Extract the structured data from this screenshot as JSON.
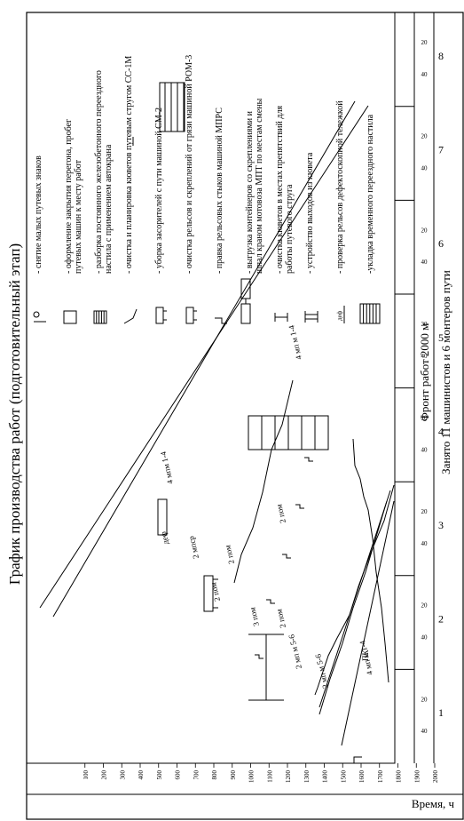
{
  "title": "График производства работ (подготовительный этап)",
  "front_label": "Фронт работ 2000 м",
  "crew_label": "Занято 11 машинистов и 6 монтеров пути",
  "time_label": "Время, ч",
  "hours": [
    "1",
    "2",
    "3",
    "4",
    "5",
    "6",
    "7",
    "8"
  ],
  "minute_ticks": [
    "40",
    "20"
  ],
  "distance_ticks": [
    "100",
    "200",
    "300",
    "400",
    "500",
    "600",
    "700",
    "800",
    "900",
    "1000",
    "1100",
    "1200",
    "1300",
    "1400",
    "1500",
    "1600",
    "1700",
    "1800",
    "1900",
    "2000"
  ],
  "diagram_labels": {
    "gang_4": "4 мпм 1-4",
    "gang_2a": "2 пом",
    "gang_2b": "2 пом",
    "gang_2c": "2 пом",
    "gang_3": "3 пом",
    "gang_2m": "2 мп м 5-6",
    "gang_2m_pom": "2 пом",
    "gang_2m2": "2 мп м 5-6",
    "gang_2mstr": "2 мпср",
    "def": "деф",
    "pk": "ПК",
    "gang_4b": "4 мп м 1-4",
    "gang_4c": "4 мп м 1-4"
  },
  "legend": [
    {
      "symbol": "pk-sign-icon",
      "text": [
        "- снятие малых путевых знаков"
      ]
    },
    {
      "symbol": "square-icon",
      "text": [
        "- оформление закрытия перегона, пробег",
        "путевых машин к месту работ"
      ]
    },
    {
      "symbol": "hatched-square-icon",
      "text": [
        "- разборка постоянного железобетонного переездного",
        "настила с применением автокрана"
      ]
    },
    {
      "symbol": "ditch-profile-icon",
      "text": [
        "- очистка и планировка кюветов путевым стругом СС-1М"
      ]
    },
    {
      "symbol": "ballast-machine-icon",
      "text": [
        "- уборка засорителей с пути машиной СМ-2"
      ]
    },
    {
      "symbol": "rail-machine-icon",
      "text": [
        "- очистка рельсов и скреплений от грязи машиной РОМ-3"
      ]
    },
    {
      "symbol": "joint-line-icon",
      "text": [
        "- правка рельсовых стыков машиной МПРС"
      ]
    },
    {
      "symbol": "loader-icon",
      "text": [
        "- выгрузка контейнеров со скреплениями и",
        "шпал краном мотовоза МПТ по местам смены"
      ]
    },
    {
      "symbol": "ditch-one-icon",
      "text": [
        "- очистка кюветов в местах препятствий для",
        "работы путевого струга"
      ]
    },
    {
      "symbol": "ditch-two-icon",
      "text": [
        "- устройство выходов из кювета"
      ]
    },
    {
      "symbol": "def-line-icon",
      "text": [
        "- проверка рельсов дефектоскопной тележкой"
      ]
    },
    {
      "symbol": "grid-lines-icon",
      "text": [
        "-укладка временного переездного настила"
      ]
    }
  ]
}
